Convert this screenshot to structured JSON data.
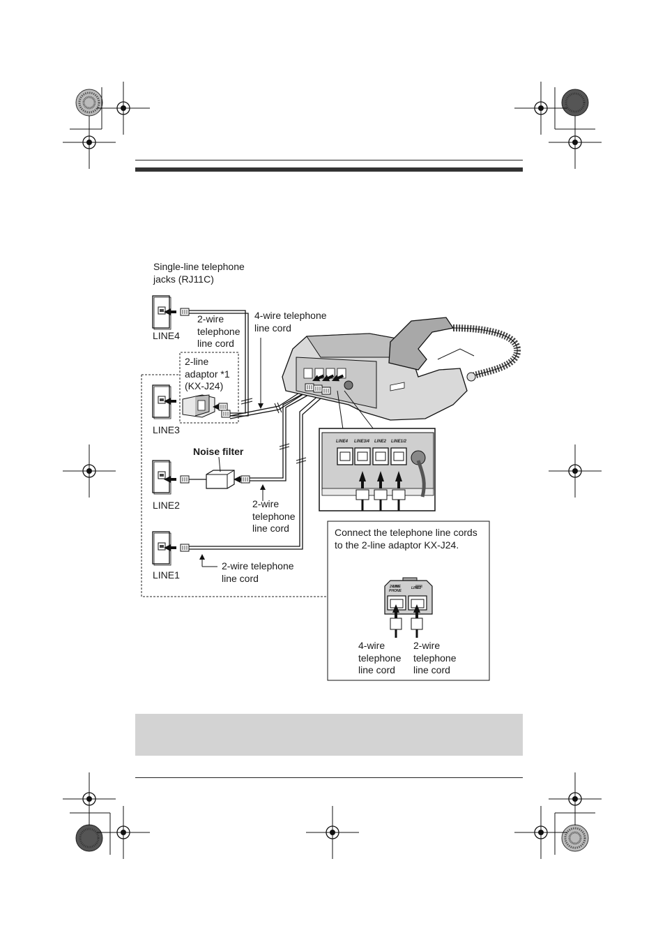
{
  "labels": {
    "single_line_jacks": "Single-line telephone\njacks (RJ11C)",
    "line4": "LINE4",
    "line3": "LINE3",
    "line2": "LINE2",
    "line1": "LINE1",
    "two_wire_cord_top": "2-wire\ntelephone\nline cord",
    "four_wire_cord": "4-wire telephone\nline cord",
    "adaptor": "2-line\nadaptor *1\n(KX-J24)",
    "noise_filter": "Noise filter",
    "two_wire_cord_mid": "2-wire\ntelephone\nline cord",
    "two_wire_cord_bottom": "2-wire telephone\nline cord"
  },
  "unit_panel": {
    "jack_labels": [
      "LINE4",
      "LINE3/4",
      "LINE2",
      "LINE1/2"
    ]
  },
  "adaptor_box": {
    "instruction": "Connect the telephone line cords\nto the 2-line adaptor KX-J24.",
    "port_left": "2-LINE\nPHONE",
    "port_right": "LINE2",
    "cord_left": "4-wire\ntelephone\nline cord",
    "cord_right": "2-wire\ntelephone\nline cord"
  }
}
